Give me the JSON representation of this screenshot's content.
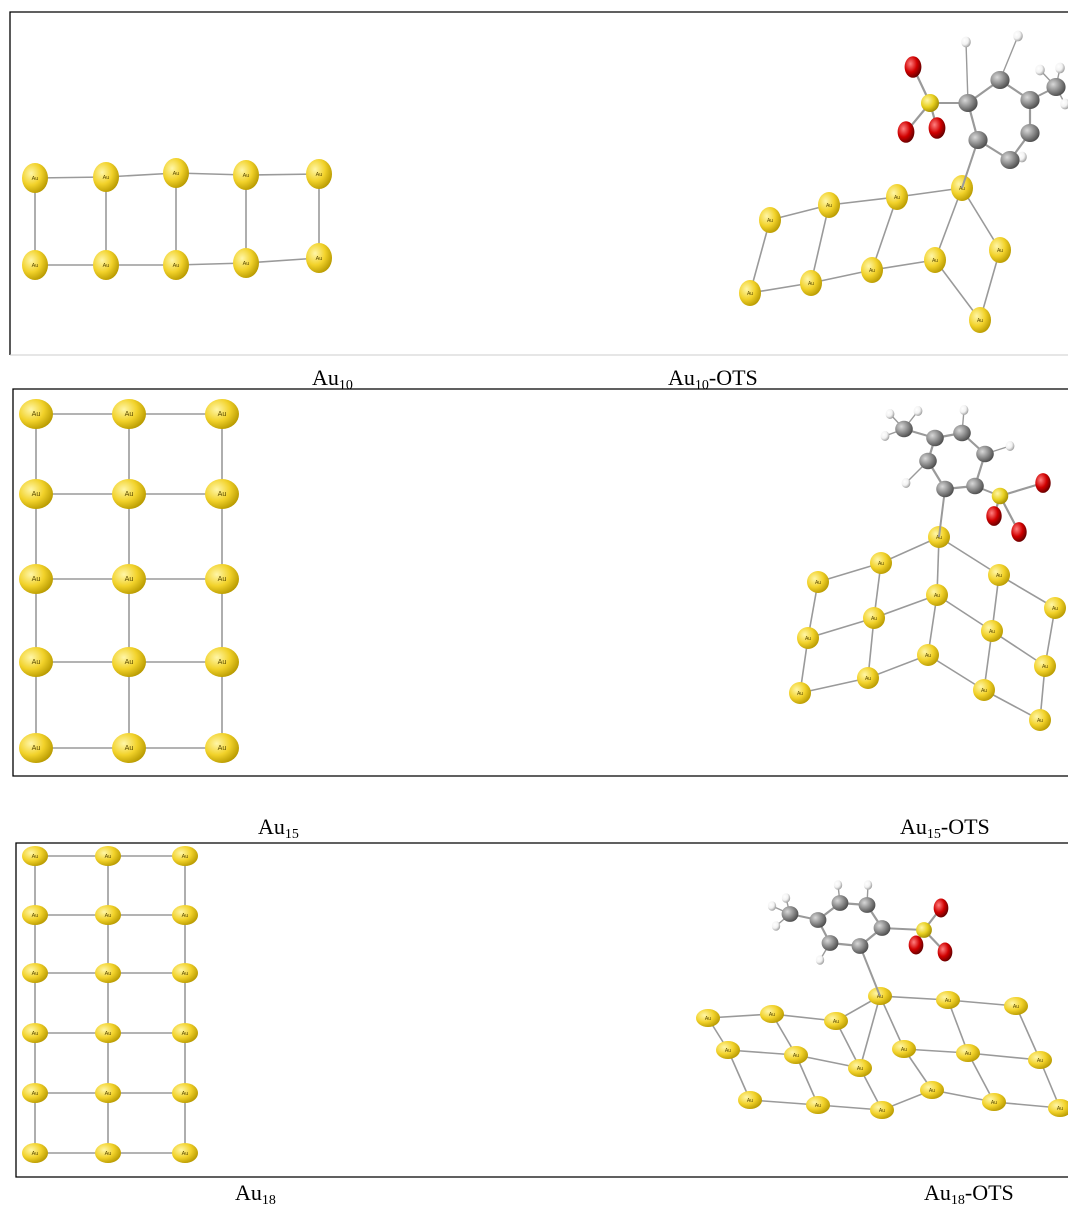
{
  "colors": {
    "gold": "#f2d22a",
    "gold_dark": "#b89a00",
    "carbon": "#8a8a8a",
    "oxygen": "#d10000",
    "sulfur": "#e8d020",
    "hydrogen": "#f2f2f2",
    "bond": "#9a9a9a",
    "frame": "#000000"
  },
  "atom_label": "Au",
  "panels": [
    {
      "id": "au10",
      "captions": [
        {
          "base": "Au",
          "sub": "10",
          "suffix": ""
        },
        {
          "base": "Au",
          "sub": "10",
          "suffix": "-OTS"
        }
      ]
    },
    {
      "id": "au15",
      "captions": [
        {
          "base": "Au",
          "sub": "15",
          "suffix": ""
        },
        {
          "base": "Au",
          "sub": "15",
          "suffix": "-OTS"
        }
      ]
    },
    {
      "id": "au18",
      "captions": [
        {
          "base": "Au",
          "sub": "18",
          "suffix": ""
        },
        {
          "base": "Au",
          "sub": "18",
          "suffix": "-OTS"
        }
      ]
    }
  ]
}
